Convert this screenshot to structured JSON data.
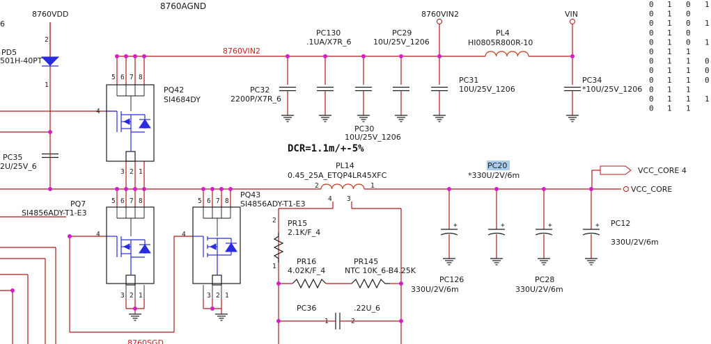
{
  "labels": {
    "gnd_8760": "8760AGND",
    "pwr_8760vdd": "8760VDD",
    "pwr_8760vin2_top": "8760VIN2",
    "pwr_vin_top": "VIN",
    "net_8760vin2": "8760VIN2",
    "vcc_core_4": "VCC_CORE  4",
    "vcc_core": "VCC_CORE",
    "dcr_note": "DCR=1.1m/+-5%",
    "partial_left": "6",
    "partial_bottom": "8760SGD"
  },
  "parts": {
    "PD5": {
      "ref": "PD5",
      "value": "501H-40PT"
    },
    "PC35": {
      "ref": "PC35",
      "value": "2U/25V_6"
    },
    "PQ42": {
      "ref": "PQ42",
      "value": "SI4684DY"
    },
    "PQ7": {
      "ref": "PQ7",
      "value": "SI4856ADY-T1-E3"
    },
    "PQ43": {
      "ref": "PQ43",
      "value": "SI4856ADY-T1-E3"
    },
    "PC130": {
      "ref": "PC130",
      "value": ".1UA/X7R_6"
    },
    "PC29": {
      "ref": "PC29",
      "value": "10U/25V_1206"
    },
    "PC32": {
      "ref": "PC32",
      "value": "2200P/X7R_6"
    },
    "PC30": {
      "ref": "PC30",
      "value": "10U/25V_1206"
    },
    "PC31": {
      "ref": "PC31",
      "value": "10U/25V_1206"
    },
    "PL4": {
      "ref": "PL4",
      "value": "HI0805R800R-10"
    },
    "PC34": {
      "ref": "PC34",
      "value": "*10U/25V_1206"
    },
    "PL14": {
      "ref": "PL14",
      "value": "0.45_25A_ETQP4LR45XFC"
    },
    "PC20": {
      "ref": "PC20",
      "value": "*330U/2V/6m"
    },
    "PC12": {
      "ref": "PC12",
      "value": "330U/2V/6m"
    },
    "PC126": {
      "ref": "PC126",
      "value": "330U/2V/6m"
    },
    "PC28": {
      "ref": "PC28",
      "value": "330U/2V/6m"
    },
    "PR15": {
      "ref": "PR15",
      "value": "2.1K/F_4"
    },
    "PR16": {
      "ref": "PR16",
      "value": "4.02K/F_4"
    },
    "PR145": {
      "ref": "PR145",
      "value": "NTC 10K_6-B4.25K"
    },
    "PC36": {
      "ref": "PC36",
      "value": ".22U_6"
    }
  },
  "pins": {
    "p1": "1",
    "p2": "2",
    "p3": "3",
    "p4": "4",
    "p5": "5",
    "p6": "6",
    "p7": "7",
    "p8": "8"
  },
  "bits_table": [
    [
      "0",
      "1",
      "0",
      "1"
    ],
    [
      "0",
      "1",
      "0",
      ""
    ],
    [
      "0",
      "1",
      "0",
      "1"
    ],
    [
      "0",
      "1",
      "0",
      ""
    ],
    [
      "0",
      "1",
      "0",
      "1"
    ],
    [
      "0",
      "1",
      "1",
      ""
    ],
    [
      "0",
      "1",
      "1",
      "0"
    ],
    [
      "0",
      "1",
      "1",
      "0"
    ],
    [
      "0",
      "1",
      "1",
      "0"
    ],
    [
      "0",
      "1",
      "1",
      ""
    ],
    [
      "0",
      "1",
      "1",
      "1"
    ],
    [
      "0",
      "1",
      "1",
      ""
    ]
  ],
  "colors": {
    "wire": "#b01818",
    "junction": "#d21fc6",
    "component": "#1a1a1a",
    "fet_body": "#2a2ae0",
    "highlight": "#a9cdea"
  }
}
